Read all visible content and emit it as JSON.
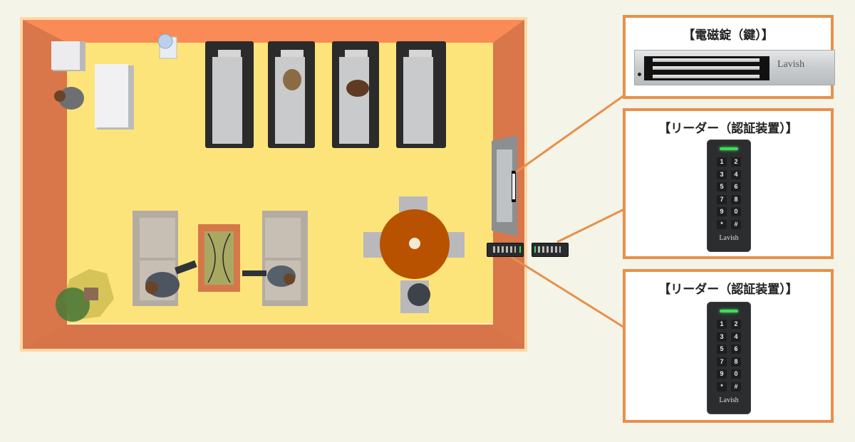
{
  "diagram": {
    "title": "Office floor plan with electromagnetic lock and access readers",
    "colors": {
      "background": "#f4f4e8",
      "wall": "#d9764a",
      "wall_top": "#fa8b56",
      "floor": "#fde47a",
      "callout_border": "#e8904b",
      "leader_line": "#e8904b",
      "led_green": "#3ddc5a",
      "table": "#b85200"
    },
    "room": {
      "furniture": [
        {
          "name": "cabinet",
          "label": "White cabinet"
        },
        {
          "name": "desk",
          "label": "White desk"
        },
        {
          "name": "water-dispenser",
          "label": "Water dispenser"
        },
        {
          "name": "treadmill",
          "count": 4
        },
        {
          "name": "sofa",
          "count": 2
        },
        {
          "name": "coffee-table",
          "label": "Coffee table"
        },
        {
          "name": "round-table",
          "label": "Round table with 4 chairs"
        },
        {
          "name": "plant",
          "label": "Potted plant"
        }
      ],
      "people_count": 6,
      "door": {
        "label": "Door with electromagnetic lock"
      },
      "inner_reader": {
        "label": "Reader (inside)"
      },
      "outer_reader": {
        "label": "Reader (outside)"
      }
    },
    "callouts": [
      {
        "id": "maglock",
        "title": "【電磁錠（鍵）】",
        "device": "electromagnetic-lock",
        "brand": "Lavish"
      },
      {
        "id": "reader-outer",
        "title": "【リーダー（認証装置）】",
        "device": "keypad-reader",
        "brand": "Lavish",
        "keys": [
          "1",
          "2",
          "3",
          "4",
          "5",
          "6",
          "7",
          "8",
          "9",
          "0",
          "*",
          "#"
        ]
      },
      {
        "id": "reader-inner",
        "title": "【リーダー（認証装置）】",
        "device": "keypad-reader",
        "brand": "Lavish",
        "keys": [
          "1",
          "2",
          "3",
          "4",
          "5",
          "6",
          "7",
          "8",
          "9",
          "0",
          "*",
          "#"
        ]
      }
    ]
  }
}
